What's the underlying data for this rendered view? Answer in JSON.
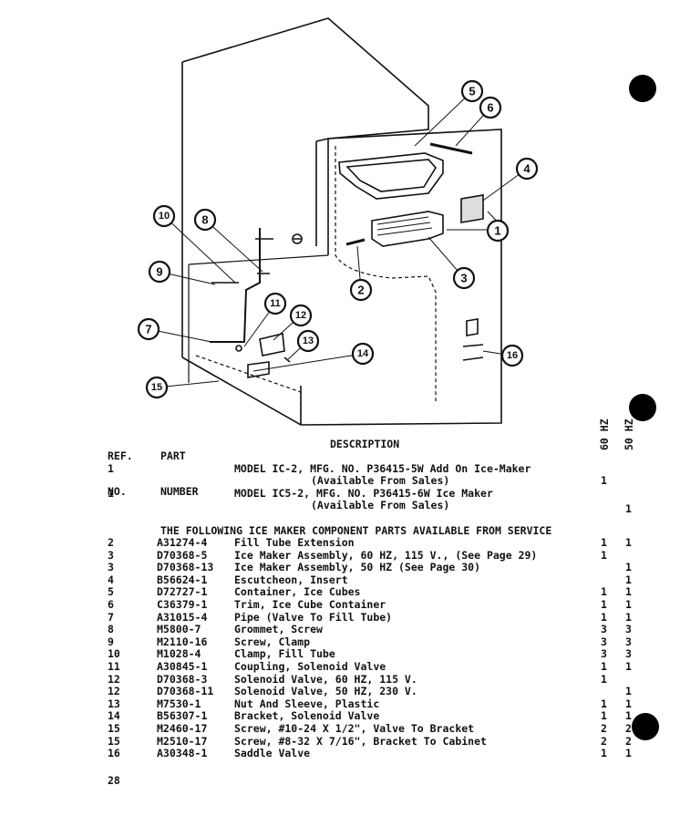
{
  "diagram": {
    "callouts": [
      "1",
      "2",
      "3",
      "4",
      "5",
      "6",
      "7",
      "8",
      "9",
      "10",
      "11",
      "12",
      "13",
      "14",
      "15",
      "16"
    ]
  },
  "table": {
    "headers": {
      "ref_no": [
        "REF.",
        "NO."
      ],
      "part_number": [
        "PART",
        "NUMBER"
      ],
      "description": "DESCRIPTION",
      "col_60hz": "60 HZ",
      "col_50hz": "50 HZ"
    },
    "models": [
      {
        "ref": "1",
        "line1": "MODEL IC-2, MFG. NO. P36415-5W Add On Ice-Maker",
        "line2": "(Available From Sales)",
        "q60": "1",
        "q50": ""
      },
      {
        "ref": "1",
        "line1": "MODEL IC5-2, MFG. NO. P36415-6W Ice Maker",
        "line2": "(Available From Sales)",
        "q60": "",
        "q50": "1"
      }
    ],
    "intro": "THE FOLLOWING ICE MAKER COMPONENT PARTS AVAILABLE FROM SERVICE",
    "rows": [
      {
        "ref": "2",
        "part": "A31274-4",
        "desc": "Fill Tube Extension",
        "q60": "1",
        "q50": "1"
      },
      {
        "ref": "3",
        "part": "D70368-5",
        "desc": "Ice Maker Assembly, 60 HZ, 115 V., (See Page 29)",
        "q60": "1",
        "q50": ""
      },
      {
        "ref": "3",
        "part": "D70368-13",
        "desc": "Ice Maker Assembly, 50 HZ (See Page 30)",
        "q60": "",
        "q50": "1"
      },
      {
        "ref": "4",
        "part": "B56624-1",
        "desc": "Escutcheon, Insert",
        "q60": "",
        "q50": "1"
      },
      {
        "ref": "5",
        "part": "D72727-1",
        "desc": "Container, Ice Cubes",
        "q60": "1",
        "q50": "1"
      },
      {
        "ref": "6",
        "part": "C36379-1",
        "desc": "Trim, Ice Cube Container",
        "q60": "1",
        "q50": "1"
      },
      {
        "ref": "7",
        "part": "A31015-4",
        "desc": "Pipe (Valve To Fill Tube)",
        "q60": "1",
        "q50": "1"
      },
      {
        "ref": "8",
        "part": "M5800-7",
        "desc": "Grommet, Screw",
        "q60": "3",
        "q50": "3"
      },
      {
        "ref": "9",
        "part": "M2110-16",
        "desc": "Screw, Clamp",
        "q60": "3",
        "q50": "3"
      },
      {
        "ref": "10",
        "part": "M1028-4",
        "desc": "Clamp, Fill Tube",
        "q60": "3",
        "q50": "3"
      },
      {
        "ref": "11",
        "part": "A30845-1",
        "desc": "Coupling, Solenoid Valve",
        "q60": "1",
        "q50": "1"
      },
      {
        "ref": "12",
        "part": "D70368-3",
        "desc": "Solenoid Valve, 60 HZ, 115 V.",
        "q60": "1",
        "q50": ""
      },
      {
        "ref": "12",
        "part": "D70368-11",
        "desc": "Solenoid Valve, 50 HZ, 230 V.",
        "q60": "",
        "q50": "1"
      },
      {
        "ref": "13",
        "part": "M7530-1",
        "desc": "Nut And Sleeve, Plastic",
        "q60": "1",
        "q50": "1"
      },
      {
        "ref": "14",
        "part": "B56307-1",
        "desc": "Bracket, Solenoid Valve",
        "q60": "1",
        "q50": "1"
      },
      {
        "ref": "15",
        "part": "M2460-17",
        "desc": "Screw, #10-24 X 1/2\", Valve To Bracket",
        "q60": "2",
        "q50": "2"
      },
      {
        "ref": "15",
        "part": "M2510-17",
        "desc": "Screw, #8-32 X 7/16\", Bracket To Cabinet",
        "q60": "2",
        "q50": "2"
      },
      {
        "ref": "16",
        "part": "A30348-1",
        "desc": "Saddle Valve",
        "q60": "1",
        "q50": "1"
      }
    ]
  },
  "page_number": "28"
}
